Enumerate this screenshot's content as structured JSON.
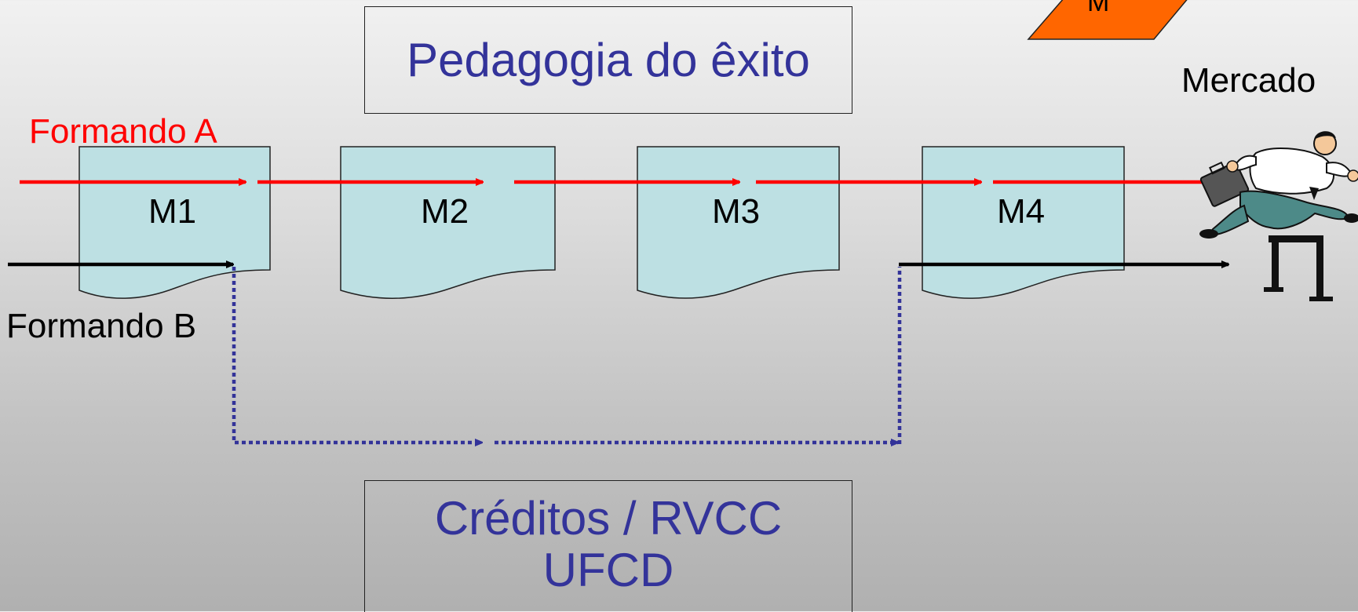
{
  "title_box": {
    "text": "Pedagogia do êxito"
  },
  "credits_box": {
    "line1": "Créditos / RVCC",
    "line2": "UFCD"
  },
  "trainee_a": {
    "label": "Formando A",
    "color": "#ff0000"
  },
  "trainee_b": {
    "label": "Formando B",
    "color": "#000000"
  },
  "market": {
    "label": "Mercado"
  },
  "corner_shape": {
    "text": "M",
    "color": "#ff6600"
  },
  "modules": [
    {
      "label": "M1"
    },
    {
      "label": "M2"
    },
    {
      "label": "M3"
    },
    {
      "label": "M4"
    }
  ],
  "colors": {
    "module_fill": "#bde0e3",
    "dotted_path": "#333399",
    "box_text": "#33339a"
  },
  "icons": {
    "runner": "runner-jumping-hurdle-icon"
  }
}
